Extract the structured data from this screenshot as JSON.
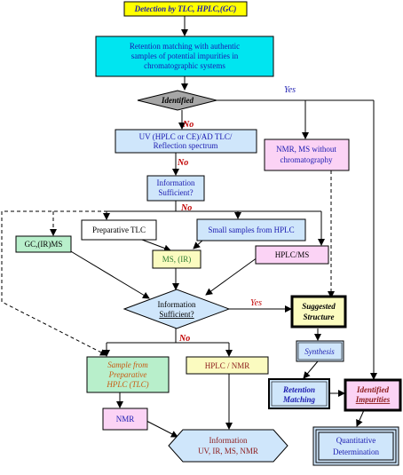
{
  "nodes": {
    "detection": {
      "lines": [
        "Detection by TLC, HPLC,(GC)"
      ]
    },
    "retention_auth": {
      "lines": [
        "Retention matching with authentic",
        "samples of potential impurities in",
        "chromatographic systems"
      ]
    },
    "identified": {
      "lines": [
        "Identified"
      ]
    },
    "uv": {
      "lines": [
        "UV (HPLC or CE)/AD    TLC/",
        "Reflection spectrum"
      ]
    },
    "nmr_ms": {
      "lines": [
        "NMR, MS without",
        "chromatography"
      ]
    },
    "info1": {
      "lines": [
        "Information",
        "Sufficient?"
      ]
    },
    "prep_tlc": {
      "lines": [
        "Preparative TLC"
      ]
    },
    "small_samples": {
      "lines": [
        "Small samples from HPLC"
      ]
    },
    "gc_ms": {
      "lines": [
        "GC,(IR)MS"
      ]
    },
    "ms_ir": {
      "lines": [
        "MS, (IR)"
      ]
    },
    "hplc_ms": {
      "lines": [
        "HPLC/MS"
      ]
    },
    "info2": {
      "lines": [
        "Information",
        "Sufficient?"
      ]
    },
    "suggested": {
      "lines": [
        "Suggested",
        "Structure"
      ]
    },
    "synthesis": {
      "lines": [
        "Synthesis"
      ]
    },
    "sample_prep": {
      "lines": [
        "Sample from",
        "Preparative",
        "HPLC (TLC)"
      ]
    },
    "hplc_nmr": {
      "lines": [
        "HPLC / NMR"
      ]
    },
    "retention_match": {
      "lines": [
        "Retention",
        "Matching"
      ]
    },
    "identified_imp": {
      "lines": [
        "Identified",
        "Impurities"
      ]
    },
    "nmr": {
      "lines": [
        "NMR"
      ]
    },
    "information_final": {
      "lines": [
        "Information",
        "UV, IR, MS, NMR"
      ]
    },
    "quantitative": {
      "lines": [
        "Quantitative",
        "Determination"
      ]
    }
  },
  "connector_labels": {
    "no_identified": "No",
    "yes_identified": "Yes",
    "no_uv": "No",
    "no_info1": "No",
    "yes_info2": "Yes",
    "no_info2": "No"
  },
  "colors": {
    "yellow": "#ffff00",
    "cyan": "#00e5f0",
    "light_blue": "#cfe6fb",
    "pink": "#fbd3f5",
    "light_green": "#b8efcb",
    "light_yellow": "#fbfbc0",
    "grey": "#a6a6a6",
    "text_blue": "#1a1ab0"
  }
}
